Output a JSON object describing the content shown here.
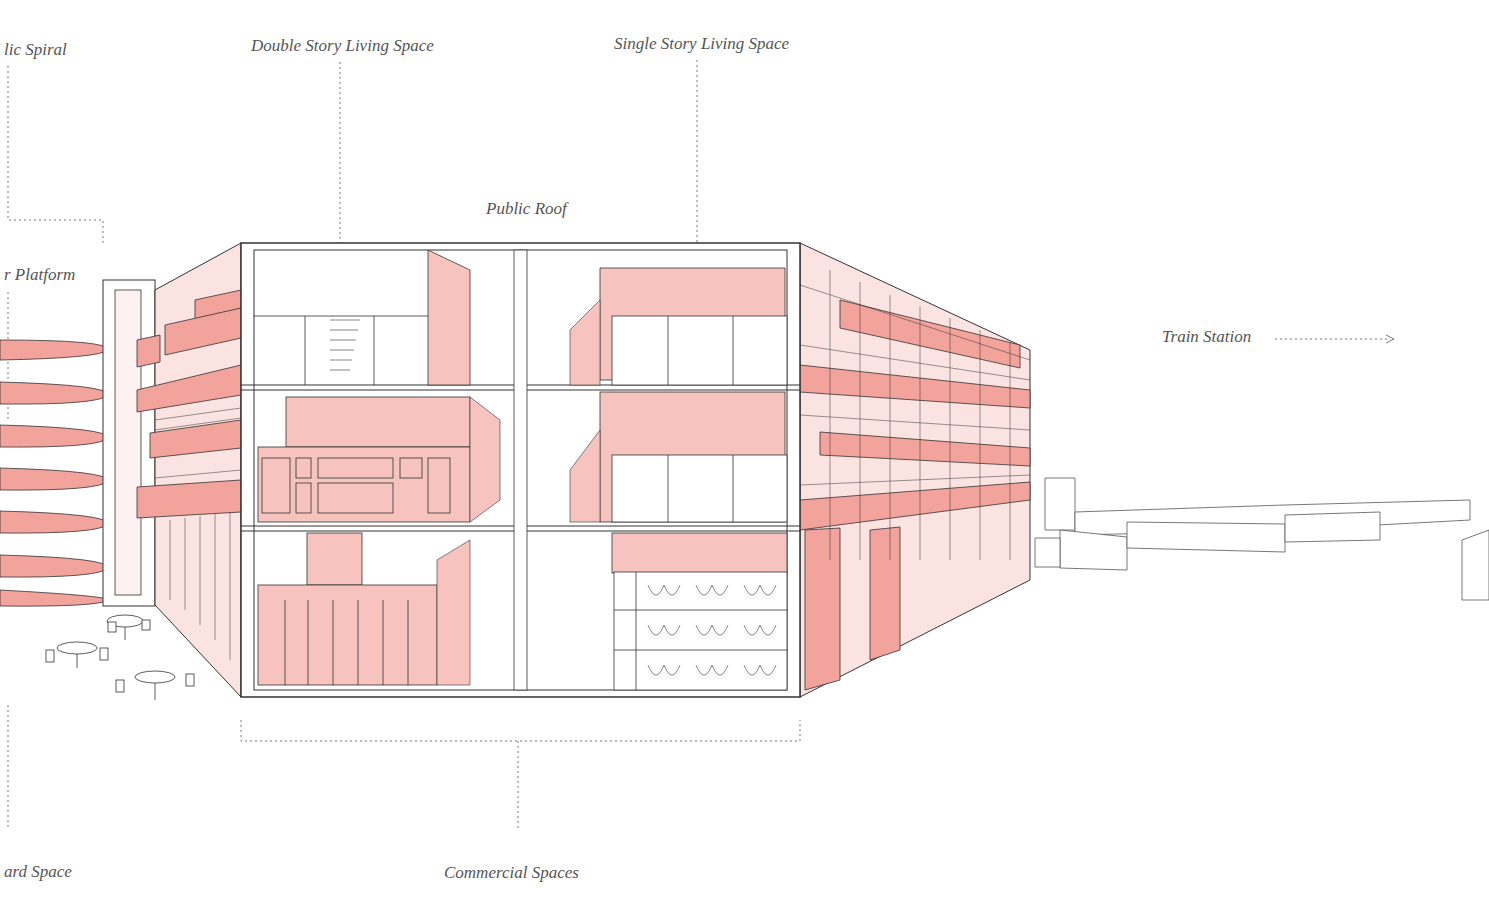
{
  "diagram": {
    "labels": [
      "lic Spiral",
      "Double Story Living Space",
      "Single Story Living Space",
      "Public Roof",
      "r Platform",
      "Train Station",
      "ard Space",
      "Commercial Spaces"
    ]
  }
}
